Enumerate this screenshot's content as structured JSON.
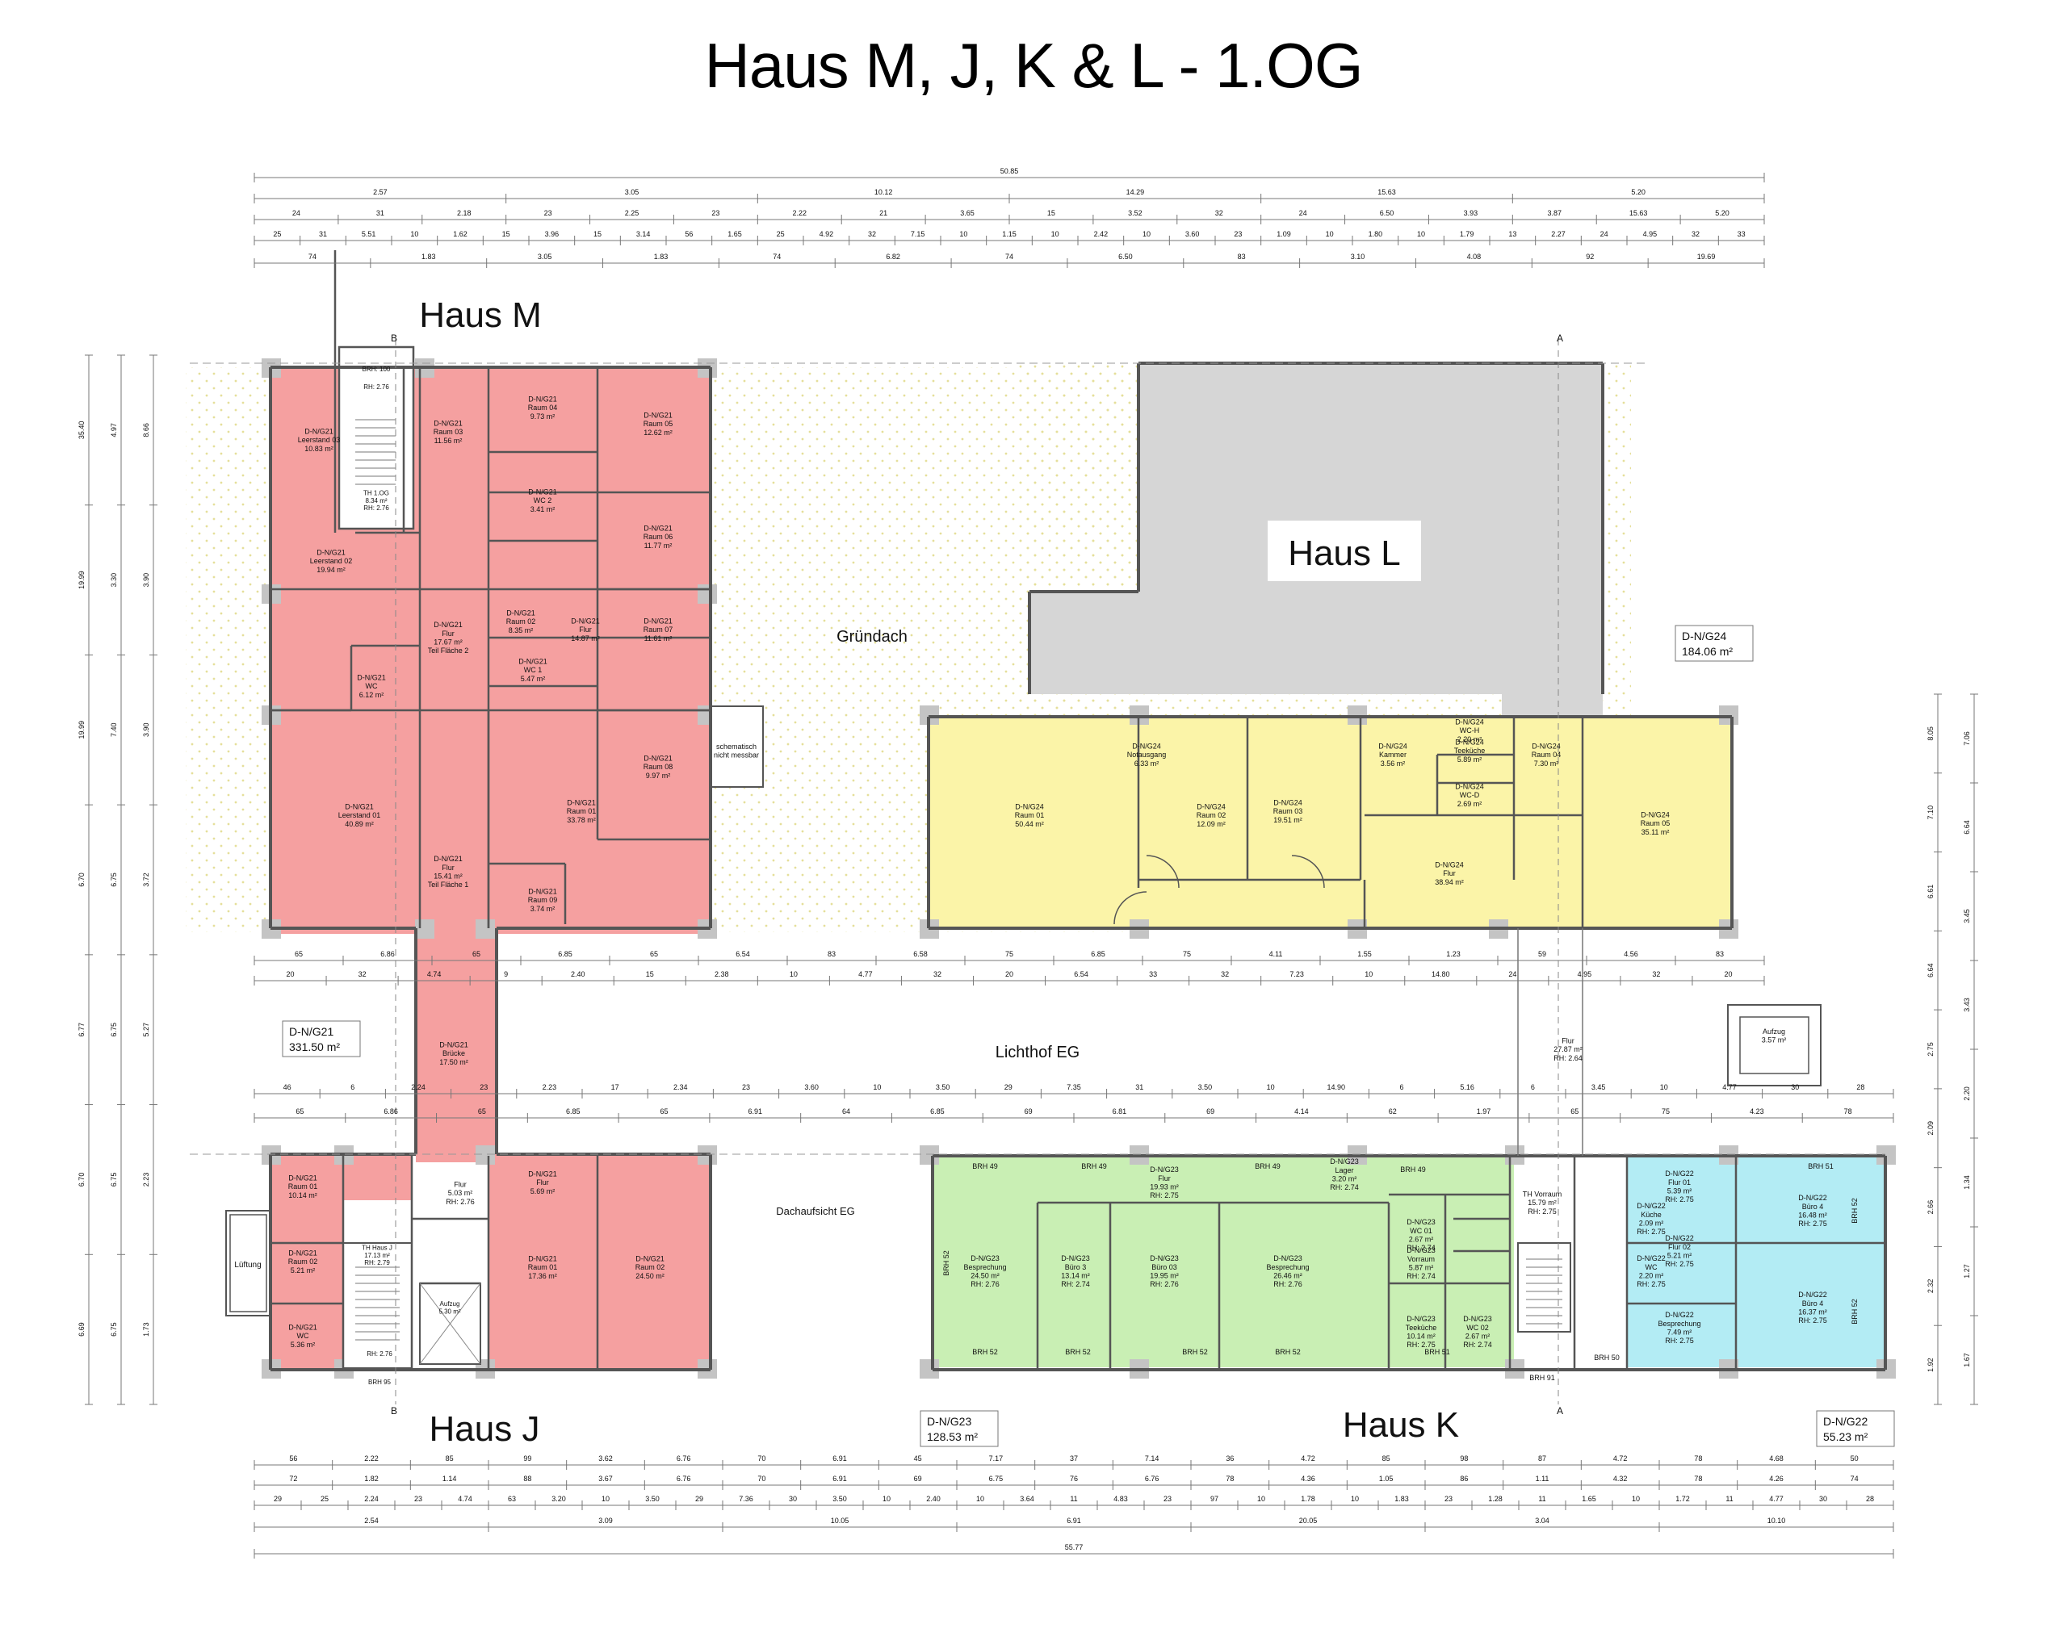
{
  "title": "Haus M, J, K & L - 1.OG",
  "colors": {
    "unit21": "#f5a0a0",
    "unit24": "#fbf4a8",
    "unit23": "#c9efb4",
    "unit22": "#b3ecf4",
    "hausL": "#d6d6d6",
    "green_roof_dots": "#e7e2a4",
    "wall": "#555555",
    "column": "#c4c4c4"
  },
  "buildings": {
    "haus_m": "Haus M",
    "haus_j": "Haus J",
    "haus_k": "Haus K",
    "haus_l": "Haus L"
  },
  "areas": {
    "gruendach": "Gründach",
    "lichthof": "Lichthof EG",
    "dachaufsicht": "Dachaufsicht EG",
    "schematisch": [
      "schematisch",
      "nicht messbar"
    ],
    "lueftung": "Lüftung",
    "aufzug_k": [
      "Aufzug",
      "3.57 m²"
    ]
  },
  "units": {
    "g21": {
      "id": "D-N/G21",
      "area": "331.50 m²"
    },
    "g24": {
      "id": "D-N/G24",
      "area": "184.06 m²"
    },
    "g23": {
      "id": "D-N/G23",
      "area": "128.53 m²"
    },
    "g22": {
      "id": "D-N/G22",
      "area": "55.23 m²"
    }
  },
  "rooms_m": [
    [
      "D-N/G21",
      "Leerstand 03",
      "10.83 m²"
    ],
    [
      "D-N/G21",
      "Raum 03",
      "11.56 m²"
    ],
    [
      "D-N/G21",
      "Raum 04",
      "9.73 m²"
    ],
    [
      "D-N/G21",
      "Raum 05",
      "12.62 m²"
    ],
    [
      "D-N/G21",
      "WC 2",
      "3.41 m²"
    ],
    [
      "D-N/G21",
      "Raum 06",
      "11.77 m²"
    ],
    [
      "D-N/G21",
      "Leerstand 02",
      "19.94 m²"
    ],
    [
      "D-N/G21",
      "Flur",
      "17.67 m²",
      "Teil Fläche 2"
    ],
    [
      "D-N/G21",
      "Raum 02",
      "8.35 m²"
    ],
    [
      "D-N/G21",
      "Flur",
      "14.87 m²"
    ],
    [
      "D-N/G21",
      "Raum 07",
      "11.61 m²"
    ],
    [
      "D-N/G21",
      "WC 1",
      "5.47 m²"
    ],
    [
      "D-N/G21",
      "WC",
      "6.12 m²"
    ],
    [
      "D-N/G21",
      "Raum 08",
      "9.97 m²"
    ],
    [
      "D-N/G21",
      "Leerstand 01",
      "40.89 m²"
    ],
    [
      "D-N/G21",
      "Raum 01",
      "33.78 m²"
    ],
    [
      "D-N/G21",
      "Flur",
      "15.41 m²",
      "Teil Fläche 1"
    ],
    [
      "D-N/G21",
      "Raum 09",
      "3.74 m²"
    ],
    [
      "D-N/G21",
      "Brücke",
      "17.50 m²"
    ]
  ],
  "th_m": [
    "BRH: 100",
    "RH: 2.76",
    "TH 1.OG",
    "8.34 m²",
    "RH: 2.76"
  ],
  "rooms_j": [
    [
      "D-N/G21",
      "Raum 01",
      "10.14 m²"
    ],
    [
      "D-N/G21",
      "Raum 02",
      "5.21 m²"
    ],
    [
      "D-N/G21",
      "WC",
      "5.36 m²"
    ],
    [
      "Flur",
      "5.03 m²",
      "RH: 2.76"
    ],
    [
      "D-N/G21",
      "Flur",
      "5.69 m²"
    ],
    [
      "D-N/G21",
      "Raum 01",
      "17.36 m²"
    ],
    [
      "D-N/G21",
      "Raum 02",
      "24.50 m²"
    ]
  ],
  "th_j": [
    "TH Haus J",
    "17.13 m²",
    "RH: 2.79",
    "Aufzug",
    "5.30 m²",
    "RH: 2.76",
    "BRH 95"
  ],
  "rooms_l": [
    [
      "D-N/G24",
      "Raum 01",
      "50.44 m²"
    ],
    [
      "D-N/G24",
      "Notausgang",
      "6.33 m²"
    ],
    [
      "D-N/G24",
      "Raum 02",
      "12.09 m²"
    ],
    [
      "D-N/G24",
      "Raum 03",
      "19.51 m²"
    ],
    [
      "D-N/G24",
      "Kammer",
      "3.56 m²"
    ],
    [
      "D-N/G24",
      "Teeküche",
      "5.89 m²"
    ],
    [
      "D-N/G24",
      "WC-H",
      "2.20 m²"
    ],
    [
      "D-N/G24",
      "WC-D",
      "2.69 m²"
    ],
    [
      "D-N/G24",
      "Raum 04",
      "7.30 m²"
    ],
    [
      "D-N/G24",
      "Raum 05",
      "35.11 m²"
    ],
    [
      "D-N/G24",
      "Flur",
      "38.94 m²"
    ]
  ],
  "flur_k": [
    "Flur",
    "27.87 m²",
    "RH: 2.64"
  ],
  "rooms_k": [
    [
      "D-N/G23",
      "Besprechung",
      "24.50 m²",
      "RH: 2.76"
    ],
    [
      "D-N/G23",
      "Büro 3",
      "13.14 m²",
      "RH: 2.74"
    ],
    [
      "D-N/G23",
      "Flur",
      "19.93 m²",
      "RH: 2.75"
    ],
    [
      "D-N/G23",
      "Büro 03",
      "19.95 m²",
      "RH: 2.76"
    ],
    [
      "D-N/G23",
      "Besprechung",
      "26.46 m²",
      "RH: 2.76"
    ],
    [
      "D-N/G23",
      "Lager",
      "3.20 m²",
      "RH: 2.74"
    ],
    [
      "D-N/G23",
      "WC 01",
      "2.67 m²",
      "RH: 2.74"
    ],
    [
      "D-N/G23",
      "Vorraum",
      "5.87 m²",
      "RH: 2.74"
    ],
    [
      "D-N/G23",
      "Teeküche",
      "10.14 m²",
      "RH: 2.75"
    ],
    [
      "D-N/G23",
      "WC 02",
      "2.67 m²",
      "RH: 2.74"
    ],
    [
      "TH Vorraum",
      "15.79 m²",
      "RH: 2.75"
    ],
    [
      "D-N/G22",
      "Küche",
      "2.09 m²",
      "RH: 2.75"
    ],
    [
      "D-N/G22",
      "Flur 01",
      "5.39 m²",
      "RH: 2.75"
    ],
    [
      "D-N/G22",
      "Büro 4",
      "16.48 m²",
      "RH: 2.75"
    ],
    [
      "D-N/G22",
      "WC",
      "2.20 m²",
      "RH: 2.75"
    ],
    [
      "D-N/G22",
      "Flur 02",
      "5.21 m²",
      "RH: 2.75"
    ],
    [
      "D-N/G22",
      "Besprechung",
      "7.49 m²",
      "RH: 2.75"
    ],
    [
      "D-N/G22",
      "Büro 4",
      "16.37 m²",
      "RH: 2.75"
    ]
  ],
  "brh_k": [
    "BRH 49",
    "BRH 49",
    "BRH 49",
    "BRH 49",
    "BRH 52",
    "BRH 52",
    "BRH 52",
    "BRH 52",
    "BRH 52",
    "BRH 51",
    "BRH 91",
    "BRH 50",
    "BRH 52",
    "BRH 51",
    "BRH 52"
  ],
  "section_marks": [
    "B",
    "B",
    "A",
    "A"
  ],
  "dims_top": [
    [
      "50.85"
    ],
    [
      "2.57",
      "3.05",
      "10.12",
      "14.29",
      "15.63",
      "5.20"
    ],
    [
      "24",
      "31",
      "2.18",
      "23",
      "2.25",
      "23",
      "2.22",
      "21",
      "3.65",
      "15",
      "3.52",
      "32",
      "24",
      "6.50",
      "3.93",
      "3.87",
      "15.63",
      "5.20"
    ],
    [
      "25",
      "31",
      "5.51",
      "10",
      "1.62",
      "15",
      "3.96",
      "15",
      "3.14",
      "56",
      "1.65",
      "25",
      "4.92",
      "32",
      "7.15",
      "10",
      "1.15",
      "10",
      "2.42",
      "10",
      "3.60",
      "23",
      "1.09",
      "10",
      "1.80",
      "10",
      "1.79",
      "13",
      "2.27",
      "24",
      "4.95",
      "32",
      "33"
    ],
    [
      "74",
      "1.83",
      "3.05",
      "1.83",
      "74",
      "6.82",
      "74",
      "6.50",
      "83",
      "3.10",
      "4.08",
      "92",
      "19.69"
    ]
  ],
  "dims_mid_a": [
    [
      "65",
      "6.86",
      "65",
      "6.85",
      "65",
      "6.54",
      "83",
      "6.58",
      "75",
      "6.85",
      "75",
      "4.11",
      "1.55",
      "1.23",
      "59",
      "4.56",
      "83"
    ],
    [
      "20",
      "32",
      "4.74",
      "9",
      "2.40",
      "15",
      "2.38",
      "10",
      "4.77",
      "32",
      "20",
      "6.54",
      "33",
      "32",
      "7.23",
      "10",
      "14.80",
      "24",
      "4.95",
      "32",
      "20"
    ]
  ],
  "dims_mid_b": [
    [
      "46",
      "6",
      "2.24",
      "23",
      "2.23",
      "17",
      "2.34",
      "23",
      "3.60",
      "10",
      "3.50",
      "29",
      "7.35",
      "31",
      "3.50",
      "10",
      "14.90",
      "6",
      "5.16",
      "6",
      "3.45",
      "10",
      "4.77",
      "30",
      "28"
    ],
    [
      "65",
      "6.86",
      "65",
      "6.85",
      "65",
      "6.91",
      "64",
      "6.85",
      "69",
      "6.81",
      "69",
      "4.14",
      "62",
      "1.97",
      "65",
      "75",
      "4.23",
      "78"
    ]
  ],
  "dims_bottom": [
    [
      "56",
      "2.22",
      "85",
      "99",
      "3.62",
      "6.76",
      "70",
      "6.91",
      "45",
      "7.17",
      "37",
      "7.14",
      "36",
      "4.72",
      "85",
      "98",
      "87",
      "4.72",
      "78",
      "4.68",
      "50"
    ],
    [
      "72",
      "1.82",
      "1.14",
      "88",
      "3.67",
      "6.76",
      "70",
      "6.91",
      "69",
      "6.75",
      "76",
      "6.76",
      "78",
      "4.36",
      "1.05",
      "86",
      "1.11",
      "4.32",
      "78",
      "4.26",
      "74"
    ],
    [
      "29",
      "25",
      "2.24",
      "23",
      "4.74",
      "63",
      "3.20",
      "10",
      "3.50",
      "29",
      "7.36",
      "30",
      "3.50",
      "10",
      "2.40",
      "10",
      "3.64",
      "11",
      "4.83",
      "23",
      "97",
      "10",
      "1.78",
      "10",
      "1.83",
      "23",
      "1.28",
      "11",
      "1.65",
      "10",
      "1.72",
      "11",
      "4.77",
      "30",
      "28"
    ],
    [
      "2.54",
      "3.09",
      "10.05",
      "6.91",
      "20.05",
      "3.04",
      "10.10"
    ],
    [
      "55.77"
    ]
  ],
  "dims_left": [
    "35.40",
    "19.99",
    "19.99",
    "6.70",
    "6.77",
    "6.70",
    "6.69",
    "4.97",
    "3.30",
    "7.40",
    "6.75",
    "6.75",
    "6.75",
    "6.75",
    "8.66",
    "3.90",
    "3.90",
    "3.72",
    "5.27",
    "2.23",
    "1.73"
  ],
  "dims_right": [
    "8.05",
    "7.10",
    "6.61",
    "6.64",
    "2.75",
    "2.09",
    "2.66",
    "2.32",
    "1.92",
    "7.06",
    "6.64",
    "3.45",
    "3.43",
    "2.20",
    "1.34",
    "1.27",
    "1.67"
  ]
}
